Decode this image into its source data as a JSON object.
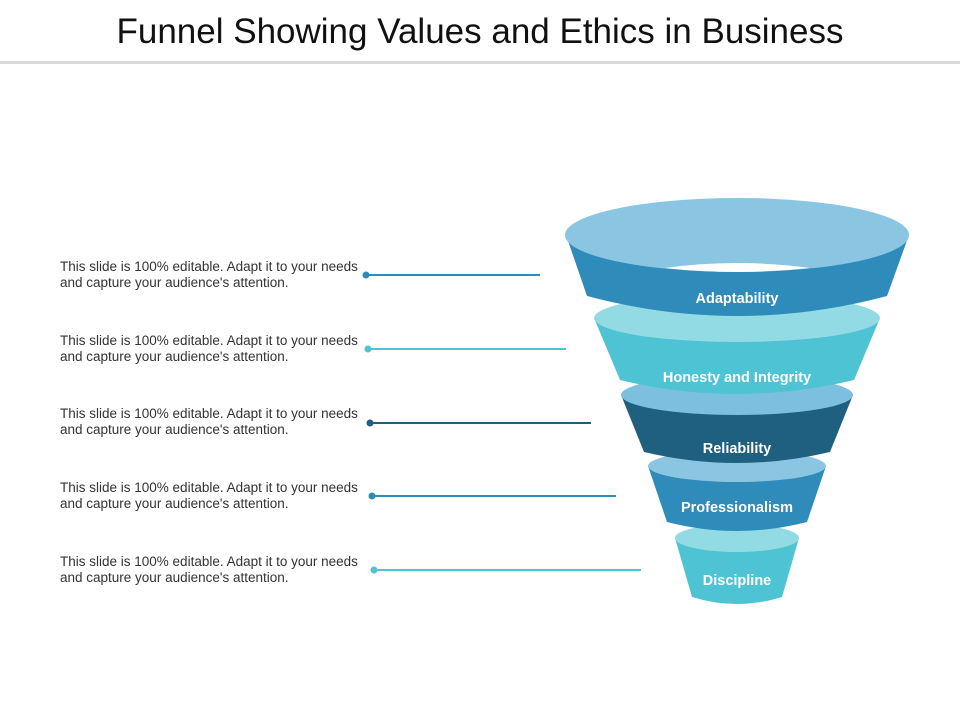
{
  "header": {
    "title": "Funnel Showing Values and Ethics in Business"
  },
  "colors": {
    "rule": "#d9d9d9",
    "dark_blue": "#2e8bba",
    "navy": "#1f5f80",
    "cyan": "#4ec3d3",
    "light_blue": "#8ac6e2",
    "light_cyan": "#93dbe4"
  },
  "items": [
    {
      "description": "This slide is 100% editable. Adapt it to your needs and capture your audience's attention.",
      "label": "Adaptability",
      "color": "#2e8bba",
      "top_color": "#8ac6e2"
    },
    {
      "description": "This slide is 100% editable. Adapt it to your needs and capture your audience's attention.",
      "label": "Honesty and Integrity",
      "color": "#4ec3d3",
      "top_color": "#93dbe4"
    },
    {
      "description": "This slide is 100% editable. Adapt it to your needs and capture your audience's attention.",
      "label": "Reliability",
      "color": "#1f5f80",
      "top_color": "#7cbfdf"
    },
    {
      "description": "This slide is 100% editable. Adapt it to your needs and capture your audience's attention.",
      "label": "Professionalism",
      "color": "#2e8bba",
      "top_color": "#8ac6e2"
    },
    {
      "description": "This slide is 100% editable. Adapt it to your needs and capture your audience's attention.",
      "label": "Discipline",
      "color": "#4ec3d3",
      "top_color": "#93dbe4"
    }
  ]
}
